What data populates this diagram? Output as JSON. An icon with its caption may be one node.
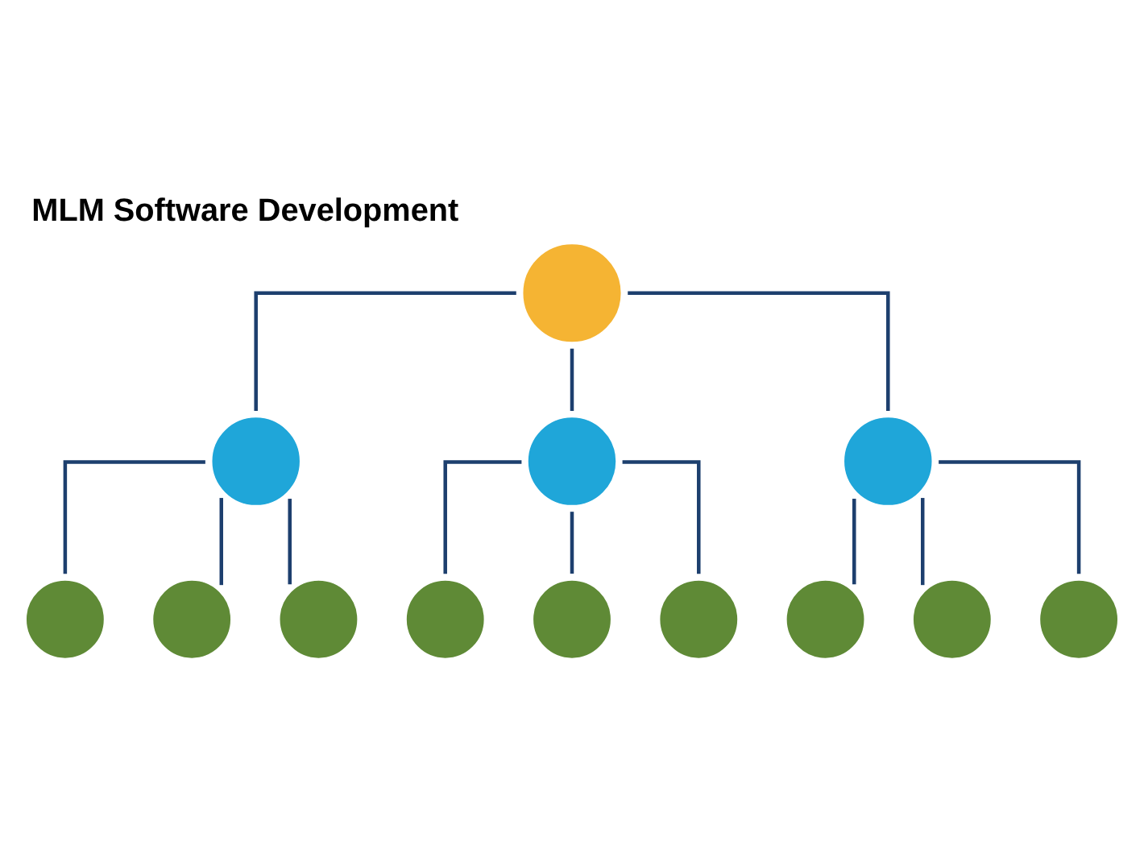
{
  "diagram": {
    "title": "MLM Software Development",
    "nodes": [
      {
        "text": [],
        "shape": "person"
      },
      {
        "text": [],
        "shape": "person"
      },
      {
        "text": [],
        "shape": "person"
      },
      {
        "text": [],
        "shape": "person"
      },
      {
        "text": [],
        "shape": "person"
      },
      {
        "text": [],
        "shape": "person"
      },
      {
        "text": [],
        "shape": "person"
      },
      {
        "text": [],
        "shape": "person"
      },
      {
        "text": [],
        "shape": "person"
      },
      {
        "text": [],
        "shape": "person"
      },
      {
        "text": [],
        "shape": "person"
      },
      {
        "text": [],
        "shape": "person"
      },
      {
        "text": [],
        "shape": "person"
      }
    ],
    "edges": [
      {
        "from": 0,
        "to": 1,
        "arrow": "none"
      },
      {
        "from": 0,
        "to": 2,
        "arrow": "none"
      },
      {
        "from": 0,
        "to": 3,
        "arrow": "none"
      },
      {
        "from": 1,
        "to": 4,
        "arrow": "none"
      },
      {
        "from": 1,
        "to": 5,
        "arrow": "none"
      },
      {
        "from": 1,
        "to": 6,
        "arrow": "none"
      },
      {
        "from": 2,
        "to": 7,
        "arrow": "none"
      },
      {
        "from": 2,
        "to": 8,
        "arrow": "none"
      },
      {
        "from": 2,
        "to": 9,
        "arrow": "none"
      },
      {
        "from": 3,
        "to": 10,
        "arrow": "none"
      },
      {
        "from": 3,
        "to": 11,
        "arrow": "none"
      },
      {
        "from": 3,
        "to": 12,
        "arrow": "none"
      }
    ]
  }
}
